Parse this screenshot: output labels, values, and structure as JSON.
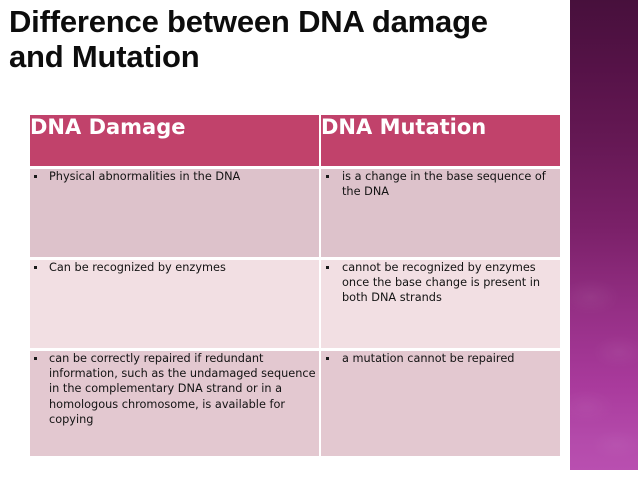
{
  "slide": {
    "title": "Difference between DNA damage\nand Mutation",
    "background_color": "#ffffff"
  },
  "decor": {
    "right_band": {
      "name": "right-gradient-band",
      "gradient_top_color": "#47103c",
      "gradient_bottom_color": "#b94fb0"
    }
  },
  "table": {
    "header_background": "#c1426b",
    "header_text_color": "#ffffff",
    "row_tone_dark": "#ddc2cb",
    "row_tone_light": "#f2dfe3",
    "row_tone_mid": "#e3c8d0",
    "columns": [
      {
        "header": "DNA Damage"
      },
      {
        "header": "DNA Mutation"
      }
    ],
    "rows": [
      {
        "left": "Physical abnormalities in the DNA",
        "right": "is a change in the base sequence of the DNA"
      },
      {
        "left": "Can be recognized by enzymes",
        "right": "cannot be recognized by enzymes once the base change is present in both DNA strands"
      },
      {
        "left": "can be correctly repaired if redundant information, such as the undamaged sequence in the complementary DNA strand or in a homologous chromosome, is available for copying",
        "right": "a mutation cannot be repaired"
      }
    ]
  }
}
